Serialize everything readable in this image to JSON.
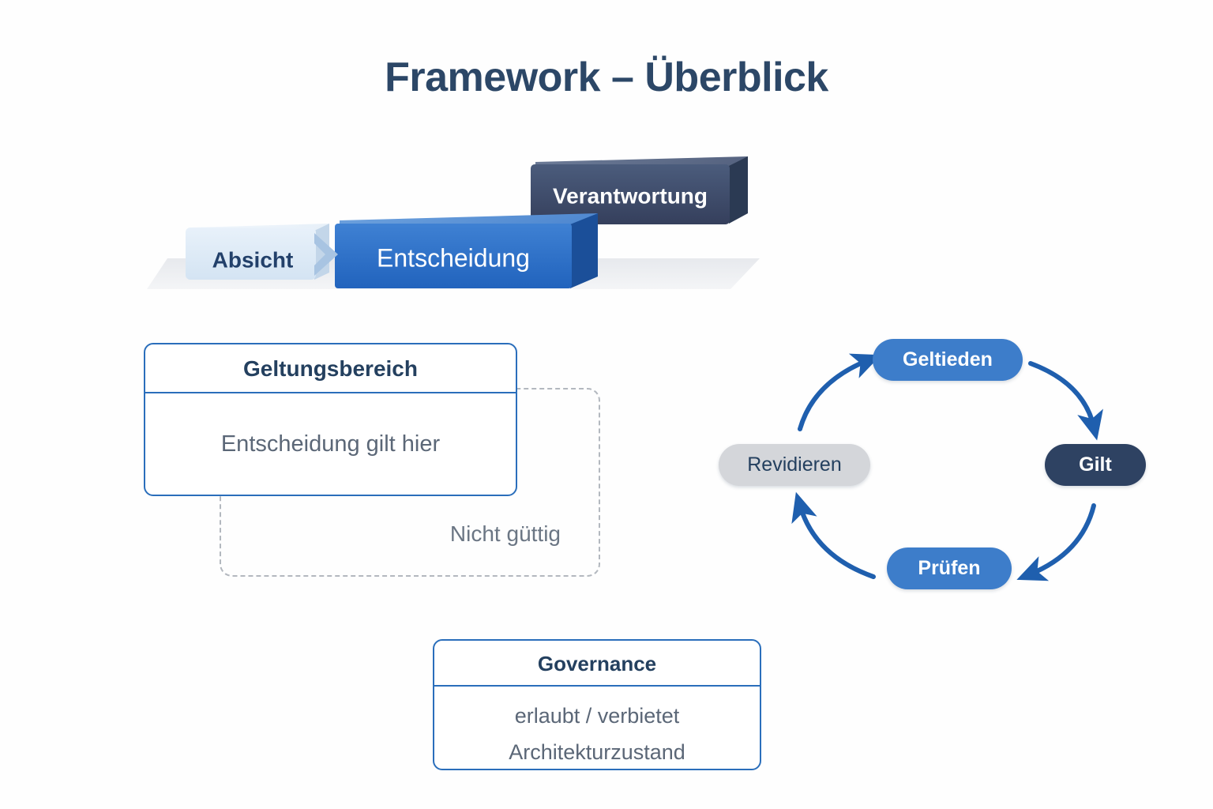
{
  "slide": {
    "title": "Framework – Überblick",
    "background_color": "#fefefe"
  },
  "stairs": {
    "steps": [
      {
        "label": "Absicht",
        "face_color": "#dde9f5",
        "top_color": "#eaf2fa",
        "side_color": "#c3d6e9",
        "text_color": "#22406a"
      },
      {
        "label": "Entscheidung",
        "face_color": "#2e6fc7",
        "top_color": "#4d8ad8",
        "side_color": "#1b4f99",
        "text_color": "#ffffff"
      },
      {
        "label": "Verantwortung",
        "face_color": "#3d4f6e",
        "top_color": "#5b6d8c",
        "side_color": "#2b3a53",
        "text_color": "#ffffff"
      }
    ],
    "base_color": "#edeef1"
  },
  "scope": {
    "header": "Geltungsbereich",
    "body": "Entscheidung gilt hier",
    "outside_label": "Nicht güttig",
    "border_color": "#2a6ebb",
    "dashed_color": "#b3b8bf"
  },
  "governance": {
    "header": "Governance",
    "lines": [
      "erlaubt / verbietet",
      "Architekturzustand"
    ],
    "border_color": "#2a6ebb"
  },
  "cycle": {
    "arrow_color": "#1f5fae",
    "nodes": [
      {
        "label": "Geltieden",
        "style": "blue"
      },
      {
        "label": "Gilt",
        "style": "navy"
      },
      {
        "label": "Prüfen",
        "style": "blue"
      },
      {
        "label": "Revidieren",
        "style": "grey"
      }
    ]
  }
}
